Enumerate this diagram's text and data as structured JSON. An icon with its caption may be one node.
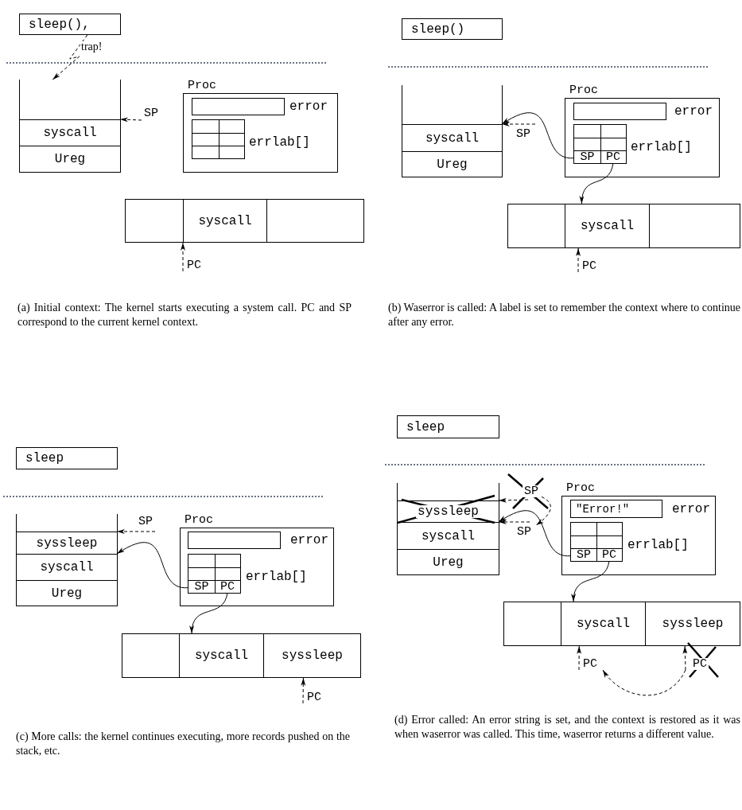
{
  "diagram": {
    "nodes": [
      {
        "text": [
          "sleep(),"
        ]
      },
      {
        "text": [],
        "shape": "box"
      },
      {
        "text": [
          "syscall"
        ],
        "in": 1
      },
      {
        "text": [
          "Ureg"
        ],
        "in": 1
      },
      {
        "text": [
          "SP"
        ]
      },
      {
        "text": [
          "Proc"
        ]
      },
      {
        "text": [],
        "shape": "box",
        "in": 5,
        "beside": [
          "error"
        ]
      },
      {
        "text": [],
        "shape": "box",
        "in": 5,
        "beside": [
          "errlab[]"
        ]
      },
      {
        "text": [],
        "shape": "box"
      },
      {
        "text": [
          "syscall"
        ]
      },
      {
        "text": [],
        "shape": "box"
      },
      {
        "text": [
          "PC"
        ]
      },
      {
        "text": [
          "sleep()"
        ]
      },
      {
        "text": [],
        "shape": "box"
      },
      {
        "text": [
          "syscall"
        ],
        "in": 13
      },
      {
        "text": [
          "Ureg"
        ],
        "in": 13
      },
      {
        "text": [
          "SP"
        ]
      },
      {
        "text": [
          "Proc"
        ]
      },
      {
        "text": [],
        "shape": "box",
        "in": 17,
        "beside": [
          "error"
        ]
      },
      {
        "text": [],
        "shape": "box",
        "in": 17,
        "beside": [
          "errlab[]"
        ]
      },
      {
        "text": [
          "SP"
        ],
        "in": 19
      },
      {
        "text": [
          "PC"
        ],
        "in": 19
      },
      {
        "text": [],
        "shape": "box"
      },
      {
        "text": [
          "syscall"
        ]
      },
      {
        "text": [],
        "shape": "box"
      },
      {
        "text": [
          "PC"
        ]
      },
      {
        "text": [
          "sleep"
        ]
      },
      {
        "text": [],
        "shape": "box"
      },
      {
        "text": [
          "syssleep"
        ],
        "in": 27
      },
      {
        "text": [
          "syscall"
        ],
        "in": 27
      },
      {
        "text": [
          "Ureg"
        ],
        "in": 27
      },
      {
        "text": [
          "SP"
        ]
      },
      {
        "text": [
          "Proc"
        ]
      },
      {
        "text": [],
        "shape": "box",
        "in": 32,
        "beside": [
          "error"
        ]
      },
      {
        "text": [],
        "shape": "box",
        "in": 32,
        "beside": [
          "errlab[]"
        ]
      },
      {
        "text": [
          "SP"
        ],
        "in": 34
      },
      {
        "text": [
          "PC"
        ],
        "in": 34
      },
      {
        "text": [],
        "shape": "box"
      },
      {
        "text": [
          "syscall"
        ]
      },
      {
        "text": [
          "syssleep"
        ]
      },
      {
        "text": [
          "PC"
        ]
      },
      {
        "text": [
          "sleep"
        ]
      },
      {
        "text": [],
        "shape": "box"
      },
      {
        "text": [
          "syssleep"
        ],
        "in": 42
      },
      {
        "text": [
          "syscall"
        ],
        "in": 42
      },
      {
        "text": [
          "Ureg"
        ],
        "in": 42
      },
      {
        "text": [
          "SP"
        ]
      },
      {
        "text": [
          "SP"
        ]
      },
      {
        "text": [
          "Proc"
        ]
      },
      {
        "text": [
          "\"Error!\""
        ],
        "in": 48,
        "beside": [
          "error"
        ]
      },
      {
        "text": [],
        "shape": "box",
        "in": 48,
        "beside": [
          "errlab[]"
        ]
      },
      {
        "text": [
          "SP"
        ],
        "in": 50
      },
      {
        "text": [
          "PC"
        ],
        "in": 50
      },
      {
        "text": [],
        "shape": "box"
      },
      {
        "text": [
          "syscall"
        ]
      },
      {
        "text": [
          "syssleep"
        ]
      },
      {
        "text": [
          "PC"
        ]
      },
      {
        "text": [
          "PC"
        ]
      }
    ],
    "edges": [
      {
        "from": 0,
        "to": 1,
        "arrow": "to",
        "label": "trap!",
        "style": "dashed"
      },
      {
        "from": 4,
        "to": 2,
        "arrow": "to",
        "style": "dashed"
      },
      {
        "from": 11,
        "to": 9,
        "arrow": "to",
        "style": "dashed"
      },
      {
        "from": 16,
        "to": 14,
        "arrow": "to",
        "style": "dashed"
      },
      {
        "from": 20,
        "to": 14,
        "arrow": "to"
      },
      {
        "from": 21,
        "to": 23,
        "arrow": "to"
      },
      {
        "from": 25,
        "to": 23,
        "arrow": "to",
        "style": "dashed"
      },
      {
        "from": 31,
        "to": 28,
        "arrow": "to",
        "style": "dashed"
      },
      {
        "from": 35,
        "to": 29,
        "arrow": "to"
      },
      {
        "from": 36,
        "to": 38,
        "arrow": "to"
      },
      {
        "from": 40,
        "to": 39,
        "arrow": "to",
        "style": "dashed"
      },
      {
        "from": 46,
        "to": 43,
        "arrow": "to",
        "style": "dashed"
      },
      {
        "from": 47,
        "to": 44,
        "arrow": "to",
        "style": "dashed"
      },
      {
        "from": 46,
        "to": 47,
        "arrow": "to",
        "style": "dashed"
      },
      {
        "from": 51,
        "to": 44,
        "arrow": "to"
      },
      {
        "from": 52,
        "to": 54,
        "arrow": "to"
      },
      {
        "from": 56,
        "to": 54,
        "arrow": "to",
        "style": "dashed"
      },
      {
        "from": 57,
        "to": 55,
        "arrow": "to",
        "style": "dashed"
      },
      {
        "from": 57,
        "to": 56,
        "arrow": "to",
        "style": "dashed"
      }
    ],
    "labels": [
      "(a) Initial context: The kernel starts executing a system call. PC and SP correspond to the current kernel context.",
      "(b) Waserror is called: A label is set to remember the context where to continue after any error.",
      "(c) More calls: the kernel continues executing, more records pushed on the stack, etc.",
      "(d) Error called: An error string is set, and the context is restored as it was when waserror was called. This time, waserror returns a different value."
    ]
  }
}
